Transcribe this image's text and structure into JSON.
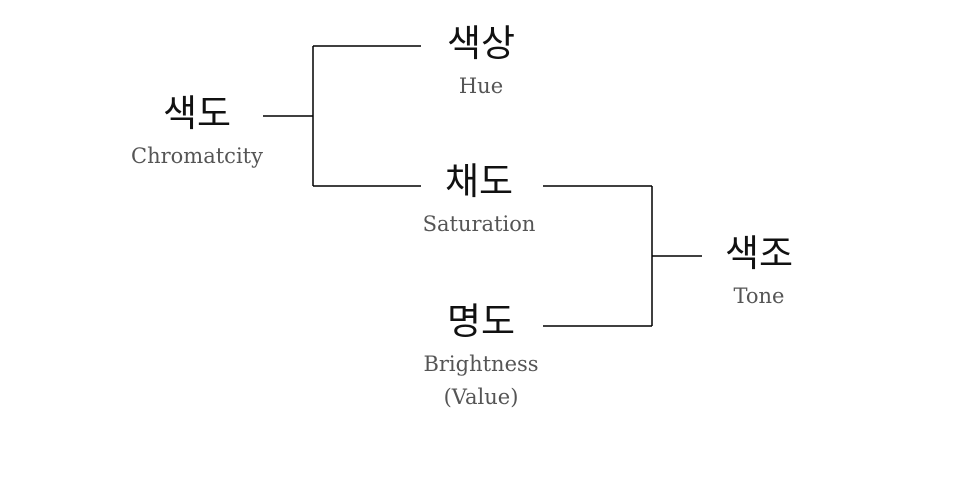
{
  "nodes": {
    "chromaticity": {
      "korean": "색도",
      "english": "Chromatcity"
    },
    "hue": {
      "korean": "색상",
      "english": "Hue"
    },
    "saturation": {
      "korean": "채도",
      "english": "Saturation"
    },
    "brightness": {
      "korean": "명도",
      "english_line1": "Brightness",
      "english_line2": "(Value)"
    },
    "tone": {
      "korean": "색조",
      "english": "Tone"
    }
  },
  "colors": {
    "line": "#000000",
    "korean_text": "#111111",
    "english_text": "#555555",
    "background": "#ffffff"
  }
}
